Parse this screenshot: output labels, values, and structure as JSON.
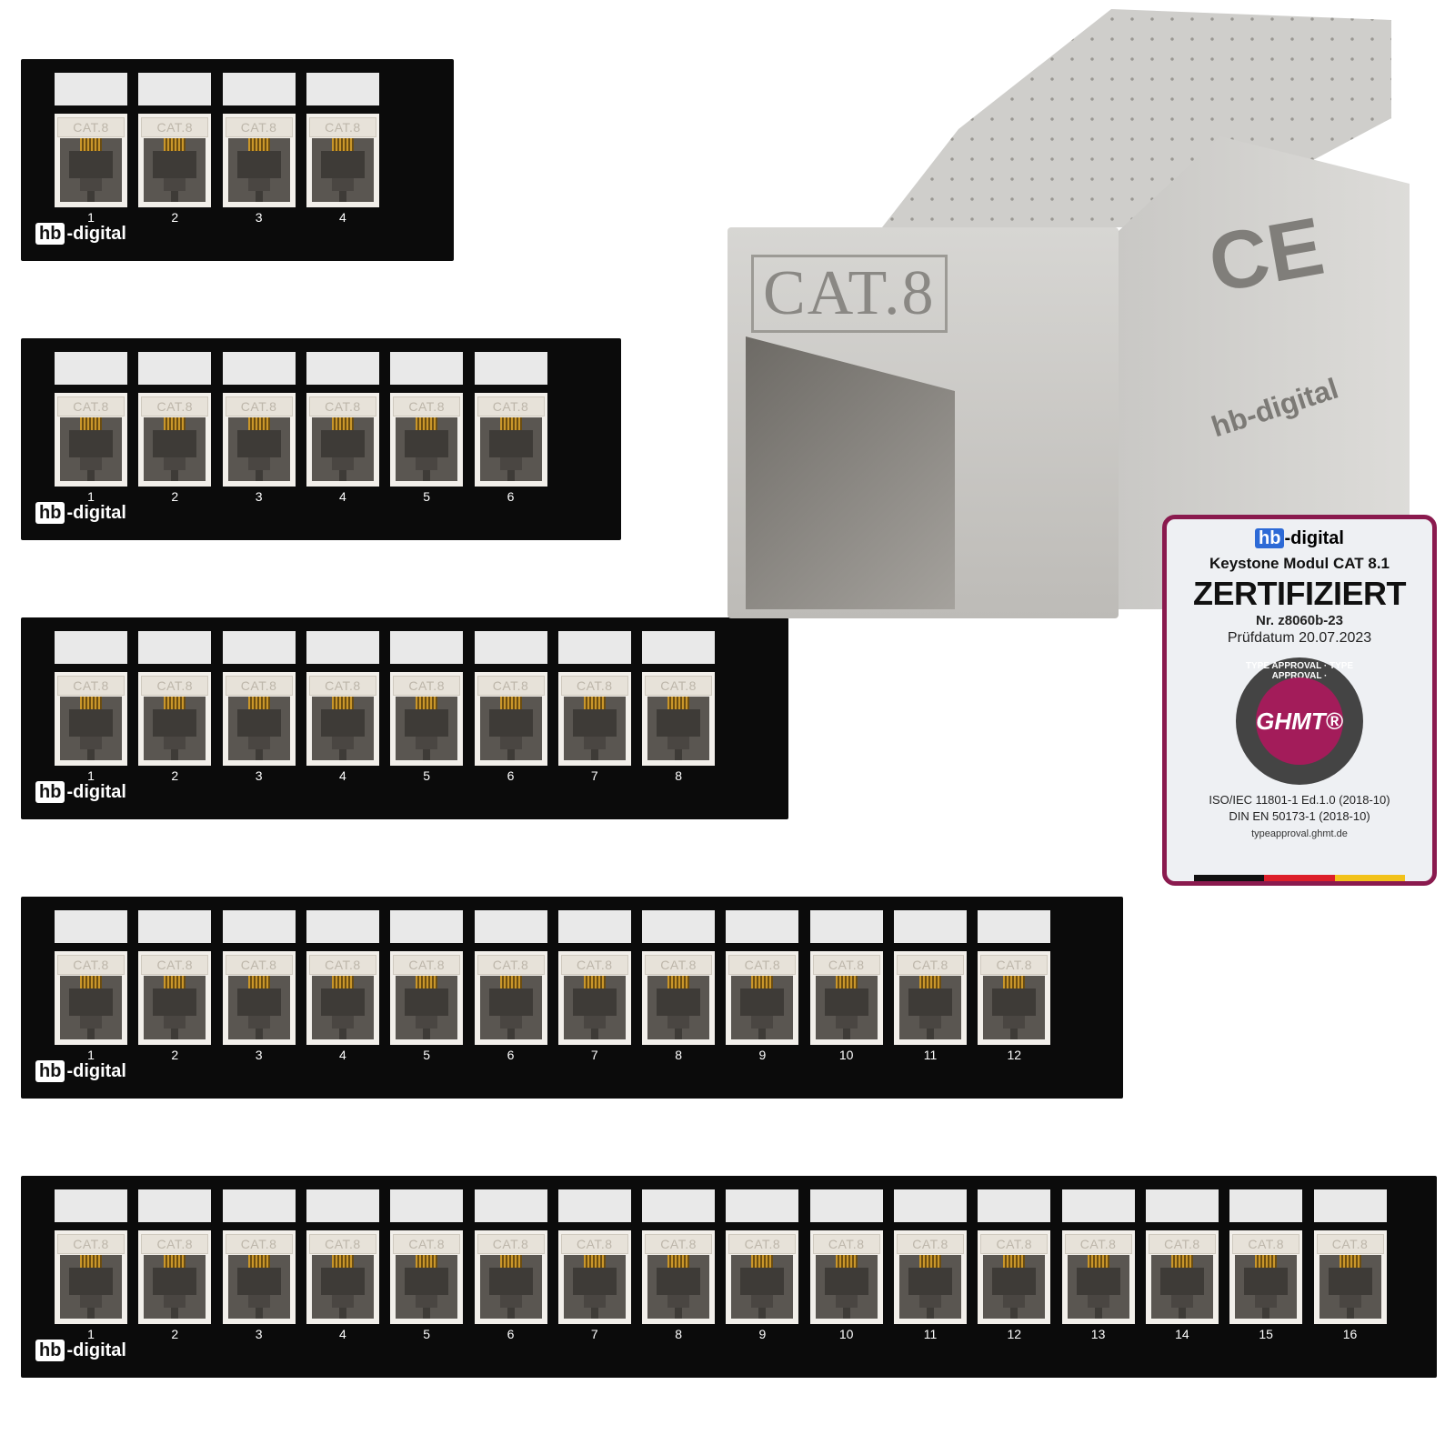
{
  "brand": {
    "hb": "hb",
    "suffix": "-digital"
  },
  "jack_label": "CAT.8",
  "panels": [
    {
      "ports": 4,
      "numbers": [
        "1",
        "2",
        "3",
        "4"
      ]
    },
    {
      "ports": 6,
      "numbers": [
        "1",
        "2",
        "3",
        "4",
        "5",
        "6"
      ]
    },
    {
      "ports": 8,
      "numbers": [
        "1",
        "2",
        "3",
        "4",
        "5",
        "6",
        "7",
        "8"
      ]
    },
    {
      "ports": 12,
      "numbers": [
        "1",
        "2",
        "3",
        "4",
        "5",
        "6",
        "7",
        "8",
        "9",
        "10",
        "11",
        "12"
      ]
    },
    {
      "ports": 16,
      "numbers": [
        "1",
        "2",
        "3",
        "4",
        "5",
        "6",
        "7",
        "8",
        "9",
        "10",
        "11",
        "12",
        "13",
        "14",
        "15",
        "16"
      ]
    }
  ],
  "module": {
    "front_label": "CAT.8",
    "ce_mark": "CE",
    "side_brand": "hb-digital",
    "cable_color": "#2f44c8"
  },
  "certificate": {
    "brand_hb": "hb",
    "brand_suffix": "-digital",
    "title": "Keystone Modul CAT 8.1",
    "headline": "ZERTIFIZIERT",
    "number": "Nr. z8060b-23",
    "date": "Prüfdatum 20.07.2023",
    "seal_ring": "TYPE APPROVAL · TYPE APPROVAL ·",
    "seal_text": "GHMT®",
    "standard_1": "ISO/IEC 11801-1 Ed.1.0 (2018-10)",
    "standard_2": "DIN EN 50173-1 (2018-10)",
    "url": "typeapproval.ghmt.de",
    "border_color": "#8a1a4e",
    "flag_colors": [
      "#111111",
      "#dd1f2a",
      "#f2c21a"
    ]
  }
}
